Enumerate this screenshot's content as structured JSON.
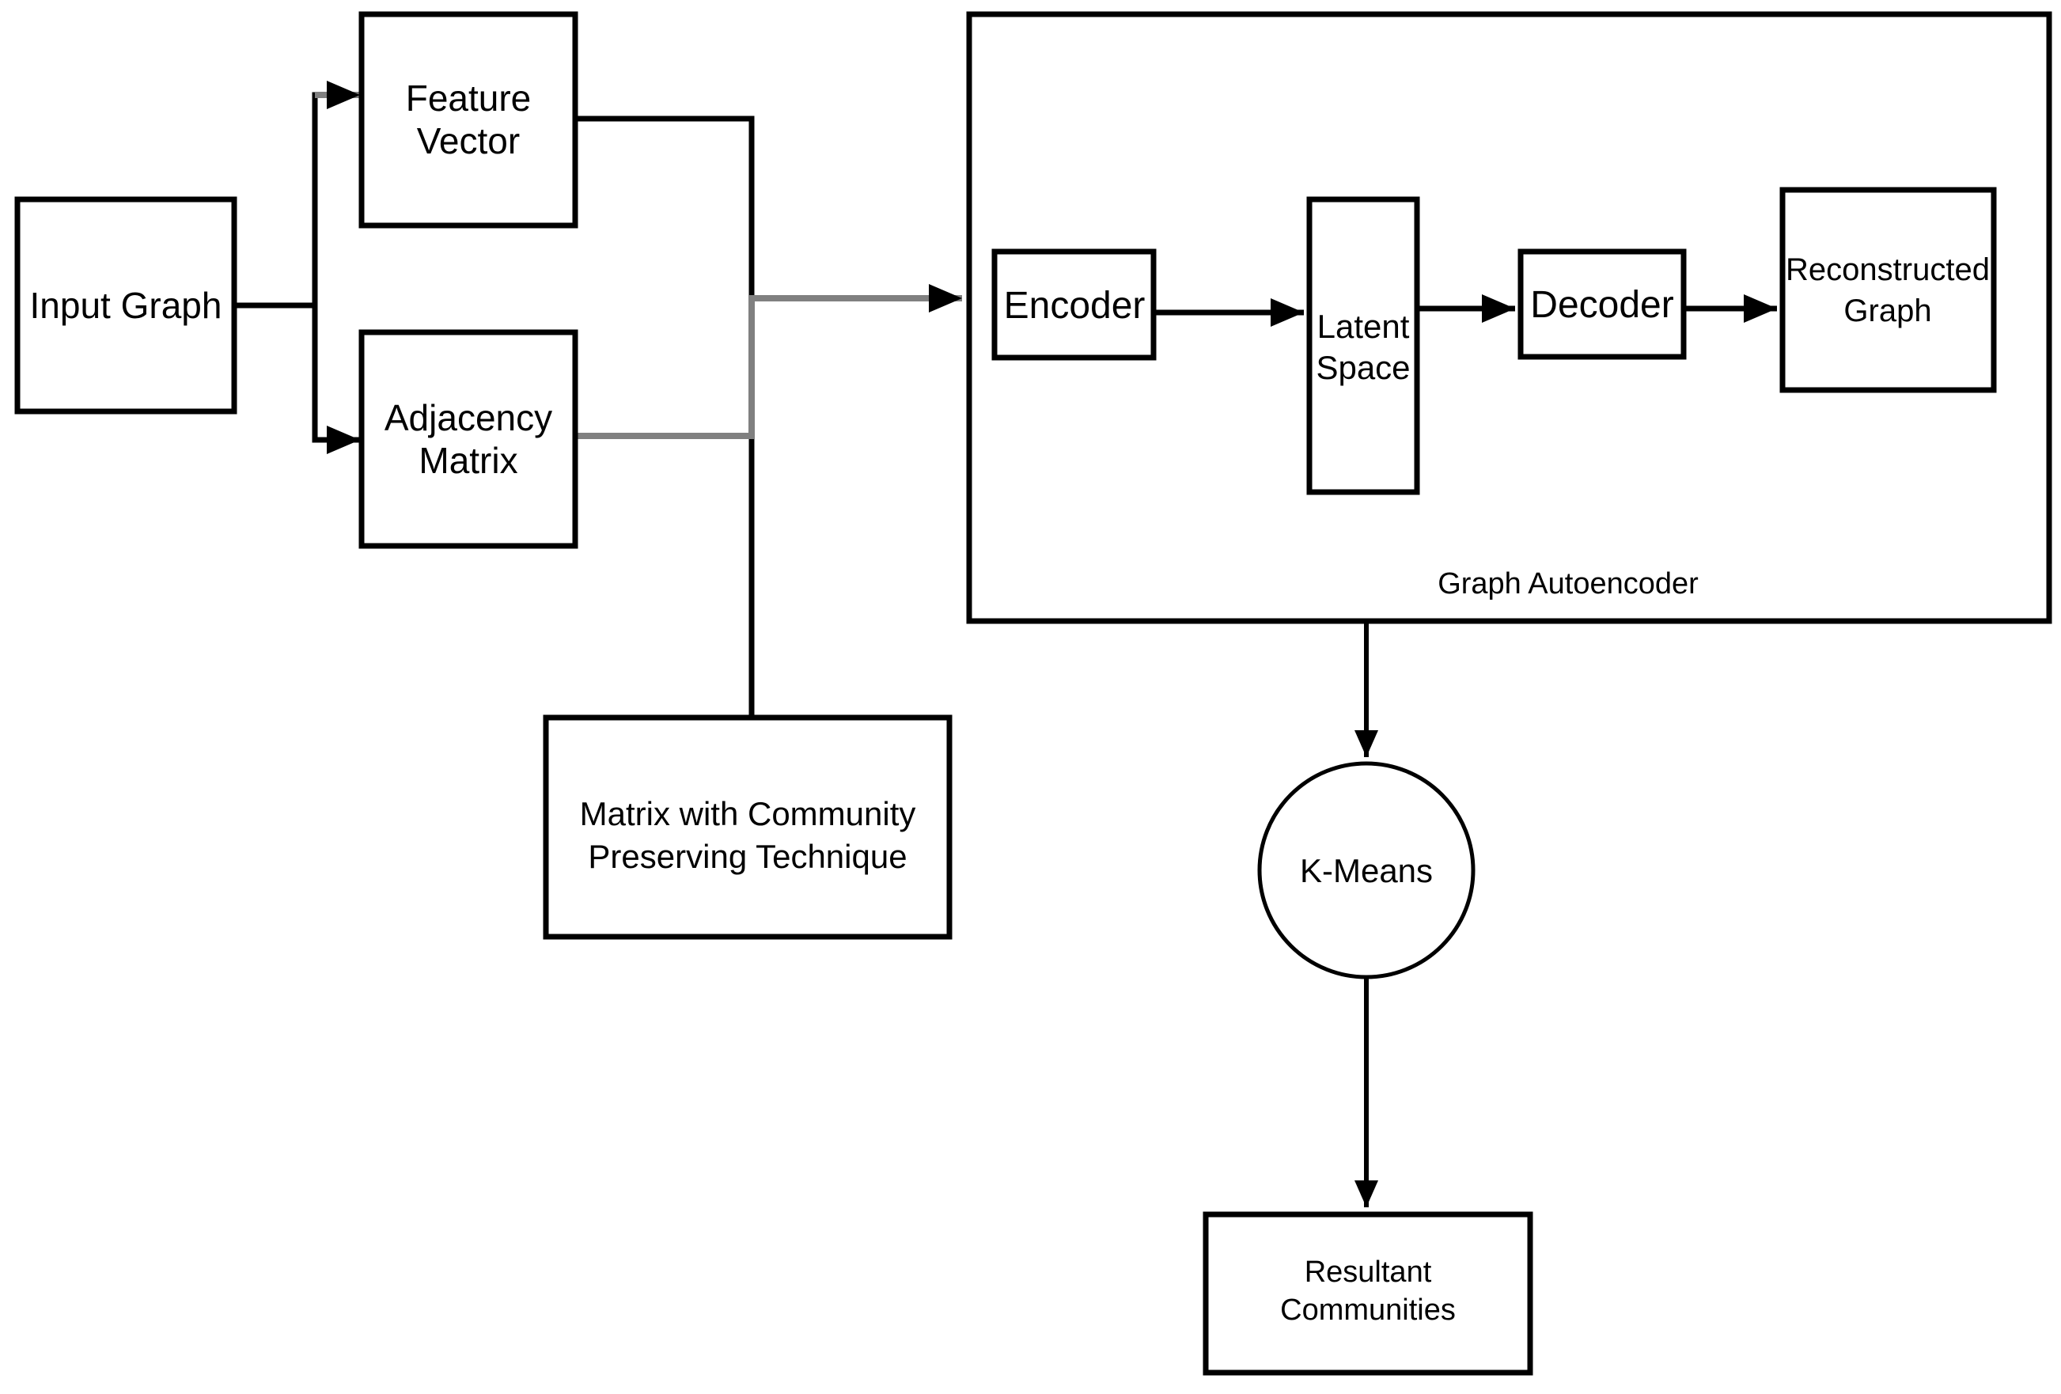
{
  "diagram": {
    "nodes": {
      "input_graph": {
        "label": "Input Graph"
      },
      "feature_vector": {
        "lines": [
          "Feature",
          "Vector"
        ]
      },
      "adjacency_matrix": {
        "lines": [
          "Adjacency",
          "Matrix"
        ]
      },
      "graph_autoencoder": {
        "label": "Graph Autoencoder"
      },
      "encoder": {
        "label": "Encoder"
      },
      "latent_space": {
        "lines": [
          "Latent",
          "Space"
        ]
      },
      "decoder": {
        "label": "Decoder"
      },
      "reconstructed_graph": {
        "lines": [
          "Reconstructed",
          "Graph"
        ]
      },
      "matrix_community": {
        "lines": [
          "Matrix with Community",
          "Preserving Technique"
        ]
      },
      "kmeans": {
        "label": "K-Means"
      },
      "resultant_communities": {
        "lines": [
          "Resultant",
          "Communities"
        ]
      }
    },
    "colors": {
      "box_stroke": "#000000",
      "connector_black": "#000000",
      "connector_gray": "#808080",
      "text": "#000000",
      "background": "#ffffff"
    }
  }
}
